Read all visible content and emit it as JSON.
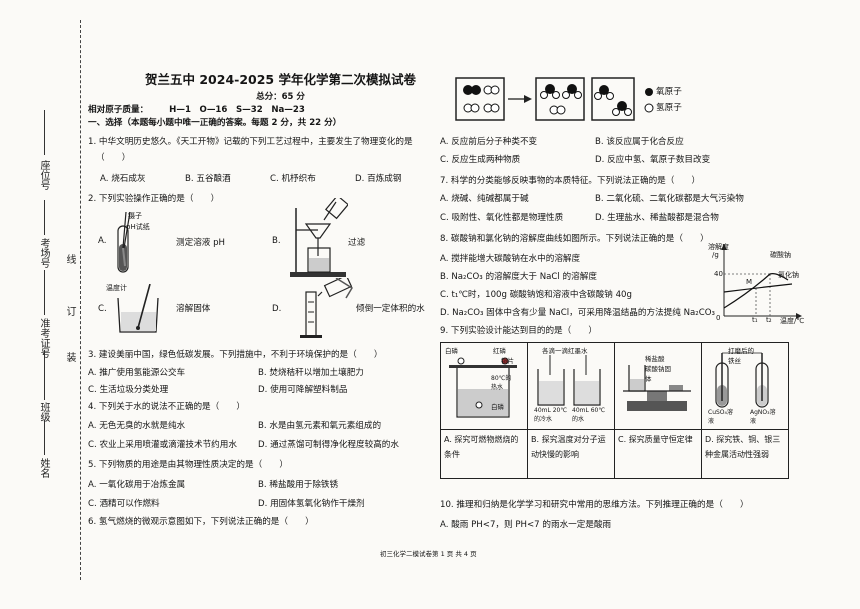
{
  "side": {
    "seat": "座位号",
    "exam_no": "考场号",
    "line": "线",
    "admit_no": "准考证号",
    "seal": "订",
    "klass": "班级",
    "bind": "装",
    "name": "姓名"
  },
  "header": {
    "title": "贺兰五中 2024-2025 学年化学第二次模拟试卷",
    "subtitle": "总分：65 分",
    "atomic_label": "相对原子质量：",
    "atomic_values": "H—1　O—16　S—32　Na—23",
    "section1": "一、选择（本题每小题中唯一正确的答案。每题 2 分，共 22 分）"
  },
  "q1": {
    "stem": "1. 中华文明历史悠久。《天工开物》记载的下列工艺过程中，主要发生了物理变化的是",
    "paren": "（　　）",
    "options": [
      "A. 烧石成灰",
      "B. 五谷酿酒",
      "C. 机杼织布",
      "D. 百炼成钢"
    ]
  },
  "q2": {
    "stem": "2. 下列实验操作正确的是（　　）",
    "labels": {
      "a": "A.",
      "b": "B.",
      "c": "C.",
      "d": "D.",
      "tweezers": "镊子",
      "ph_paper": "pH试纸",
      "measure_ph": "测定溶液 pH",
      "filter": "过滤",
      "thermometer": "温度计",
      "dissolve": "溶解固体",
      "read_volume": "倾倒一定体积的水"
    }
  },
  "q3": {
    "stem": "3. 建设美丽中国，绿色低碳发展。下列措施中，不利于环境保护的是（　　）",
    "options": [
      "A. 推广使用氢能源公交车",
      "B. 焚烧秸秆以增加土壤肥力",
      "C. 生活垃圾分类处理",
      "D. 使用可降解塑料制品"
    ]
  },
  "q4": {
    "stem": "4. 下列关于水的说法不正确的是（　　）",
    "options": [
      "A. 无色无臭的水就是纯水",
      "B. 水是由氢元素和氧元素组成的",
      "C. 农业上采用喷灌或滴灌技术节约用水",
      "D. 通过蒸馏可制得净化程度较高的水"
    ]
  },
  "q5": {
    "stem": "5. 下列物质的用途是由其物理性质决定的是（　　）",
    "options": [
      "A. 一氧化碳用于冶炼金属",
      "B. 稀盐酸用于除铁锈",
      "C. 酒精可以作燃料",
      "D. 用固体氢氧化钠作干燥剂"
    ]
  },
  "q6": {
    "stem": "6. 氢气燃烧的微观示意图如下，下列说法正确的是（　　）",
    "legend_o": "氧原子",
    "legend_h": "氢原子",
    "options": [
      "A. 反应前后分子种类不变",
      "B. 该反应属于化合反应",
      "C. 反应生成两种物质",
      "D. 反应中氢、氧原子数目改变"
    ]
  },
  "q7": {
    "stem": "7. 科学的分类能够反映事物的本质特征。下列说法正确的是（　　）",
    "options": [
      "A. 烧碱、纯碱都属于碱",
      "B. 二氧化硫、二氧化碳都是大气污染物",
      "C. 吸附性、氧化性都是物理性质",
      "D. 生理盐水、稀盐酸都是混合物"
    ]
  },
  "q8": {
    "stem": "8. 碳酸钠和氯化钠的溶解度曲线如图所示。下列说法正确的是（　　）",
    "options": [
      "A. 搅拌能增大碳酸钠在水中的溶解度",
      "B. Na₂CO₃ 的溶解度大于 NaCl 的溶解度",
      "C. t₁℃时，100g 碳酸钠饱和溶液中含碳酸钠 40g",
      "D. Na₂CO₃ 固体中含有少量 NaCl，可采用降温结晶的方法提纯 Na₂CO₃"
    ],
    "graph": {
      "ylabel": "溶解度",
      "yunit": "/g",
      "tick40": "40",
      "xlabel": "温度/℃",
      "origin": "0",
      "t1": "t₁",
      "t2": "t₂",
      "point": "M",
      "na2co3": "碳酸钠",
      "nacl": "氯化钠"
    }
  },
  "q9": {
    "stem": "9. 下列实验设计能达到目的的是（　　）",
    "fig_a": {
      "white_p": "白磷",
      "red_p": "红磷",
      "copper": "铜片",
      "hot_water": "80℃的热水",
      "white_p2": "白磷"
    },
    "fig_b": {
      "ink": "各滴一滴红墨水",
      "cold": "40mL 20℃的冷水",
      "hot": "40mL 60℃的水"
    },
    "fig_c": {
      "acid": "稀盐酸",
      "carbonate": "碳酸钠固体"
    },
    "fig_d": {
      "wire": "打磨后的铁丝",
      "cuso4": "CuSO₄溶液",
      "agno3": "AgNO₃溶液"
    },
    "cells": [
      "A. 探究可燃物燃烧的条件",
      "B. 探究温度对分子运动快慢的影响",
      "C. 探究质量守恒定律",
      "D. 探究铁、铜、银三种金属活动性强弱"
    ]
  },
  "q10": {
    "stem": "10. 推理和归纳是化学学习和研究中常用的思维方法。下列推理正确的是（　　）",
    "option_a": "A. 酸雨 PH<7，则 PH<7 的雨水一定是酸雨"
  },
  "footer": "初三化学二模试卷第 1 页 共 4 页",
  "colors": {
    "ink": "#151515",
    "paper": "#fbfaf7"
  }
}
